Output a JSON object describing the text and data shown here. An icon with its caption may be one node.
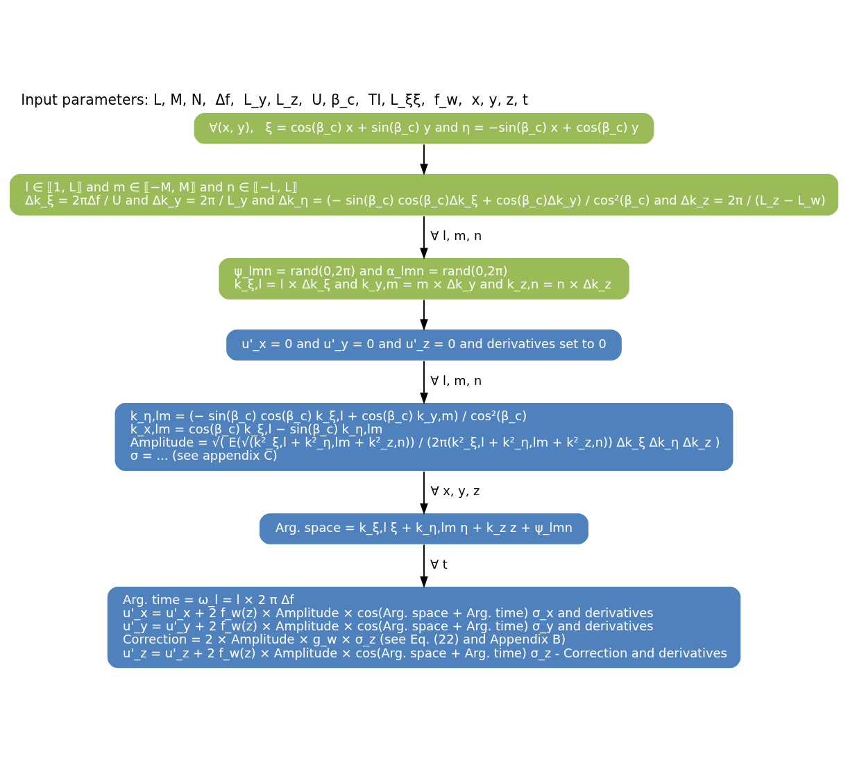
{
  "diagram": {
    "title": "Input parameters: L, M, N,  Δf,  L_y, L_z,  U, β_c,  TI, L_ξξ,  f_w,  x, y, z, t",
    "nodes": [
      {
        "text": [
          "∀(x, y),   ξ = cos(β_c) x + sin(β_c) y and η = −sin(β_c) x + cos(β_c) y"
        ]
      },
      {
        "text": [
          "l ∈ ⟦1, L⟧ and m ∈ ⟦−M, M⟧ and n ∈ ⟦−L, L⟧",
          "Δk_ξ = 2πΔf / U and Δk_y = 2π / L_y and Δk_η = (− sin(β_c) cos(β_c)Δk_ξ + cos(β_c)Δk_y) / cos²(β_c) and Δk_z = 2π / (L_z − L_w)"
        ]
      },
      {
        "text": [
          "ψ_lmn = rand(0,2π) and α_lmn = rand(0,2π)",
          "k_ξ,l = l × Δk_ξ and k_y,m = m × Δk_y and k_z,n = n × Δk_z"
        ]
      },
      {
        "text": [
          "u'_x = 0 and u'_y = 0 and u'_z = 0 and derivatives set to 0"
        ]
      },
      {
        "text": [
          "k_η,lm = (− sin(β_c) cos(β_c) k_ξ,l + cos(β_c) k_y,m) / cos²(β_c)",
          "k_x,lm = cos(β_c) k_ξ,l − sin(β_c) k_η,lm",
          "Amplitude = √( E(√(k²_ξ,l + k²_η,lm + k²_z,n)) / (2π(k²_ξ,l + k²_η,lm + k²_z,n)) Δk_ξ Δk_η Δk_z )",
          "σ = ... (see appendix C)"
        ]
      },
      {
        "text": [
          "Arg. space = k_ξ,l ξ + k_η,lm η + k_z z + ψ_lmn"
        ]
      },
      {
        "text": [
          "Arg. time = ω_l = l × 2 π Δf",
          "u'_x = u'_x + 2 f_w(z) × Amplitude × cos(Arg. space + Arg. time) σ_x and derivatives",
          "u'_y = u'_y + 2 f_w(z) × Amplitude × cos(Arg. space + Arg. time) σ_y and derivatives",
          "Correction = 2 × Amplitude × g_w × σ_z (see Eq. (22) and Appendix B)",
          "u'_z = u'_z + 2 f_w(z) × Amplitude × cos(Arg. space + Arg. time) σ_z - Correction and derivatives"
        ]
      }
    ],
    "edges": [
      {
        "from": 0,
        "to": 1,
        "arrow": "to"
      },
      {
        "from": 1,
        "to": 2,
        "arrow": "to",
        "label": "∀ l, m, n"
      },
      {
        "from": 2,
        "to": 3,
        "arrow": "to"
      },
      {
        "from": 3,
        "to": 4,
        "arrow": "to",
        "label": "∀ l, m, n"
      },
      {
        "from": 4,
        "to": 5,
        "arrow": "to",
        "label": "∀ x, y, z"
      },
      {
        "from": 5,
        "to": 6,
        "arrow": "to",
        "label": "∀ t"
      }
    ]
  }
}
